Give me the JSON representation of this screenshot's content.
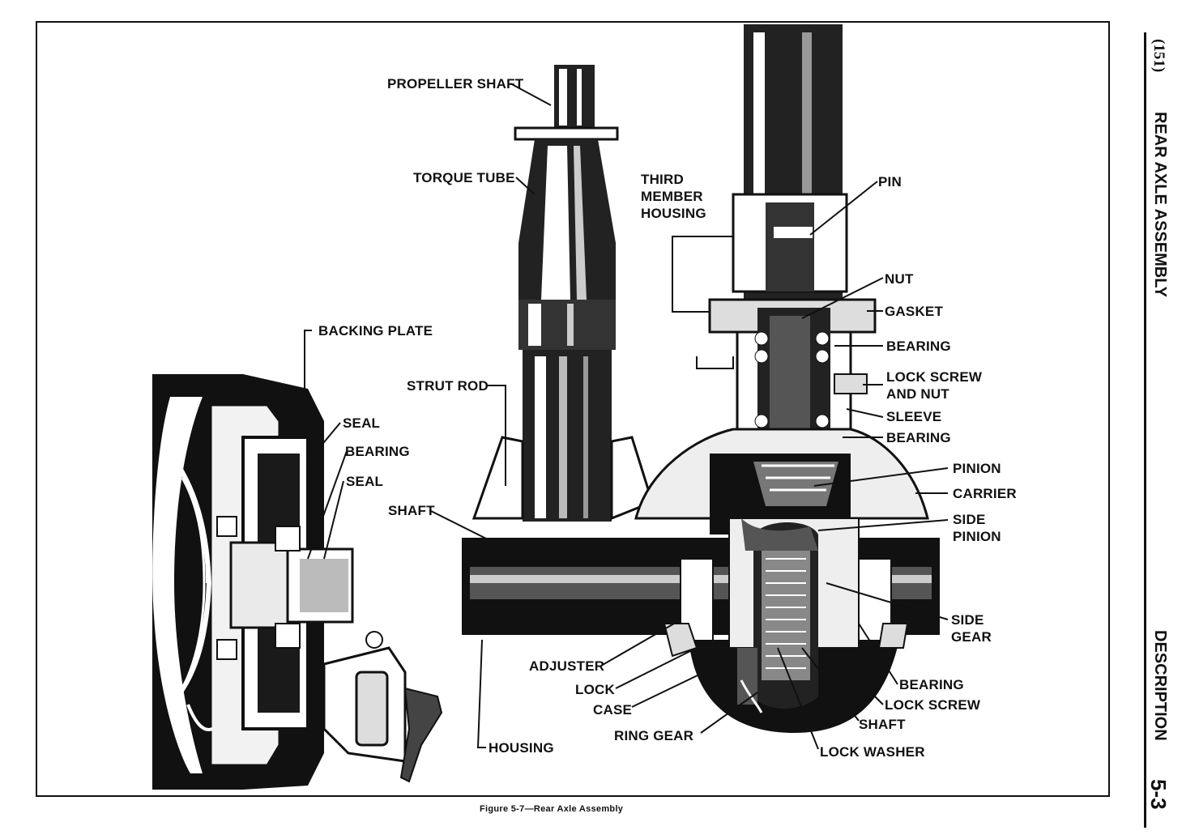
{
  "page": {
    "page_number": "(151)",
    "section": "REAR AXLE ASSEMBLY",
    "subsection": "DESCRIPTION",
    "page_code": "5-3"
  },
  "caption": "Figure 5-7—Rear Axle Assembly",
  "labels": {
    "propeller_shaft": "PROPELLER SHAFT",
    "torque_tube": "TORQUE TUBE",
    "third_member_1": "THIRD",
    "third_member_2": "MEMBER",
    "third_member_3": "HOUSING",
    "pin": "PIN",
    "nut": "NUT",
    "gasket": "GASKET",
    "bearing_top": "BEARING",
    "lock_screw_nut_1": "LOCK SCREW",
    "lock_screw_nut_2": "AND NUT",
    "sleeve": "SLEEVE",
    "bearing_pinion": "BEARING",
    "pinion": "PINION",
    "carrier": "CARRIER",
    "side_pinion_1": "SIDE",
    "side_pinion_2": "PINION",
    "side_gear_1": "SIDE",
    "side_gear_2": "GEAR",
    "bearing_diff": "BEARING",
    "lock_screw": "LOCK SCREW",
    "shaft_diff": "SHAFT",
    "lock_washer": "LOCK WASHER",
    "ring_gear": "RING GEAR",
    "case": "CASE",
    "lock": "LOCK",
    "adjuster": "ADJUSTER",
    "housing": "HOUSING",
    "shaft_axle": "SHAFT",
    "strut_rod": "STRUT ROD",
    "backing_plate": "BACKING PLATE",
    "seal_1": "SEAL",
    "bearing_wheel": "BEARING",
    "seal_2": "SEAL"
  }
}
